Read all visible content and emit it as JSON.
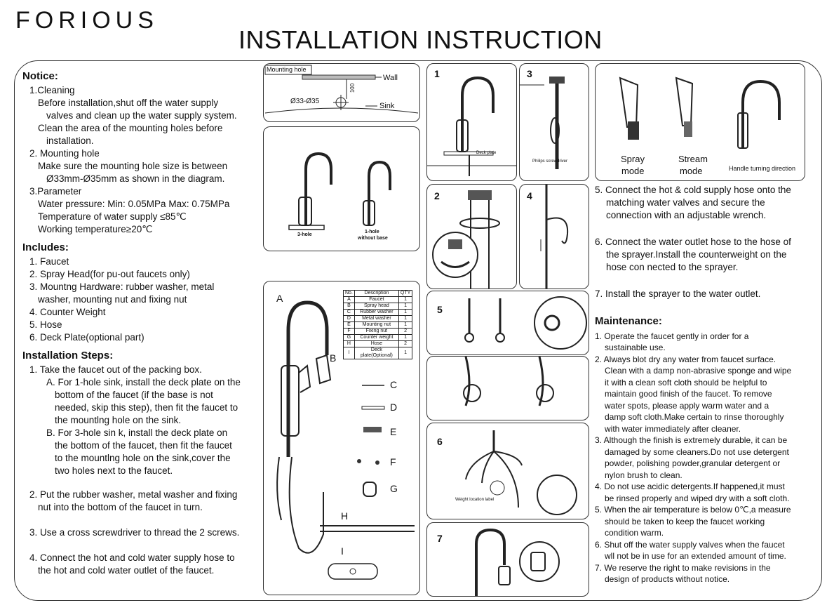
{
  "brand": "FORIOUS",
  "title": "INSTALLATION INSTRUCTION",
  "notice": {
    "heading": "Notice:",
    "cleaning_title": "1.Cleaning",
    "cleaning_1a": "Before installation,shut off the water supply",
    "cleaning_1b": "valves and clean up the water supply system.",
    "cleaning_2a": "Clean the area of the mounting holes before",
    "cleaning_2b": "installation.",
    "mounting_title": "2. Mounting hole",
    "mounting_a": "Make sure the mounting hole size is between",
    "mounting_b": "Ø33mm-Ø35mm as shown in the diagram.",
    "param_title": "3.Parameter",
    "param_1": "Water pressure: Min: 0.05MPa Max: 0.75MPa",
    "param_2": "Temperature of water supply ≤85℃",
    "param_3": "Working temperature≥20℃"
  },
  "includes": {
    "heading": "Includes:",
    "items": [
      "1. Faucet",
      "2. Spray Head(for pu-out faucets only)",
      "3. Mountng Hardware:  rubber washer, metal",
      "washer, mounting nut and fixing nut",
      "4. Counter Weight",
      "5. Hose",
      "6. Deck Plate(optional part)"
    ]
  },
  "steps": {
    "heading": "Installation Steps:",
    "s1": "1. Take the faucet out of the packing box.",
    "s1a_1": "A. For 1-hole sink, install the deck plate on the",
    "s1a_2": "bottom of the faucet (if the base is not",
    "s1a_3": "needed, skip this step), then fit the faucet to",
    "s1a_4": "the mountlng hole on the sink.",
    "s1b_1": "B. For 3-hole sin k, install the deck plate on",
    "s1b_2": "the bottom of the faucet, then fit the faucet",
    "s1b_3": "to the mountlng hole on the sink,cover the",
    "s1b_4": "two holes next to the faucet.",
    "s2_1": "2. Put the rubber washer, metal washer and fixing",
    "s2_2": "nut into the bottom of the faucet in turn.",
    "s3": "3. Use a cross screwdriver to thread the 2 screws.",
    "s4_1": "4. Connect the hot and cold water supply hose to",
    "s4_2": "the hot and cold water outlet of the faucet."
  },
  "diagrams": {
    "mounting_label": "Mounting hole",
    "wall": "Wall",
    "sink": "Sink",
    "hole_size": "Ø33-Ø35",
    "dim_100": "100",
    "three_hole": "3-hole",
    "one_hole_1": "1-hole",
    "one_hole_2": "without base",
    "deck_plate": "Deck plate",
    "philips": "Philips screwdriver",
    "weight_label": "Weight location label",
    "spray_mode_1": "Spray",
    "spray_mode_2": "mode",
    "stream_mode_1": "Stream",
    "stream_mode_2": "mode",
    "handle_dir": "Handle turning direction",
    "part_letters": [
      "A",
      "B",
      "C",
      "D",
      "E",
      "F",
      "G",
      "H",
      "I"
    ],
    "step_numbers": [
      "1",
      "2",
      "3",
      "4",
      "5",
      "6",
      "7"
    ]
  },
  "parts_table": {
    "headers": [
      "No.",
      "Description",
      "QTY"
    ],
    "rows": [
      [
        "A",
        "Faucet",
        "1"
      ],
      [
        "B",
        "Spray head",
        "1"
      ],
      [
        "C",
        "Rubber washer",
        "1"
      ],
      [
        "D",
        "Metal washer",
        "1"
      ],
      [
        "E",
        "Mounting nut",
        "1"
      ],
      [
        "F",
        "Fixing nut",
        "2"
      ],
      [
        "G",
        "Counter weight",
        "1"
      ],
      [
        "H",
        "Hose",
        "2"
      ],
      [
        "I",
        "Deck plate(Optional)",
        "1"
      ]
    ]
  },
  "right_steps": {
    "s5_1": "5. Connect the hot & cold supply hose onto the",
    "s5_2": "matching water valves and secure the",
    "s5_3": "connection with an adjustable wrench.",
    "s6_1": "6. Connect the water outlet hose to the hose of",
    "s6_2": "the sprayer.Install the counterweight on the",
    "s6_3": "hose con nected to the sprayer.",
    "s7": "7. Install the sprayer to the water outlet."
  },
  "maintenance": {
    "heading": "Maintenance:",
    "lines": [
      "1. Operate the faucet gently in order for a",
      "   sustainable use.",
      "2. Always blot dry any water from faucet surface.",
      "   Clean with a damp non-abrasive sponge and wipe",
      "   it with a clean soft cloth should be helpful to",
      "   maintain good finish of the faucet. To remove",
      "   water spots, please apply warm water and a",
      "   damp soft cloth.Make certain to rinse thoroughly",
      "   with water immediately after cleaner.",
      "3. Although the finish is extremely durable, it can be",
      "   damaged by some cleaners.Do not use detergent",
      "   powder, polishing powder,granular detergent or",
      "   nylon brush to clean.",
      "4. Do not use acidic detergents.If happened,it must",
      "   be rinsed properly and wiped dry with a soft cloth.",
      "5. When the air temperature is below 0℃,a measure",
      "   should be taken to keep the faucet working",
      "   condition warm.",
      "6. Shut off the water supply valves when the faucet",
      "   wll not be in use for an extended amount of time.",
      "7. We reserve the right to make revisions in the",
      "   design of products without notice."
    ]
  }
}
